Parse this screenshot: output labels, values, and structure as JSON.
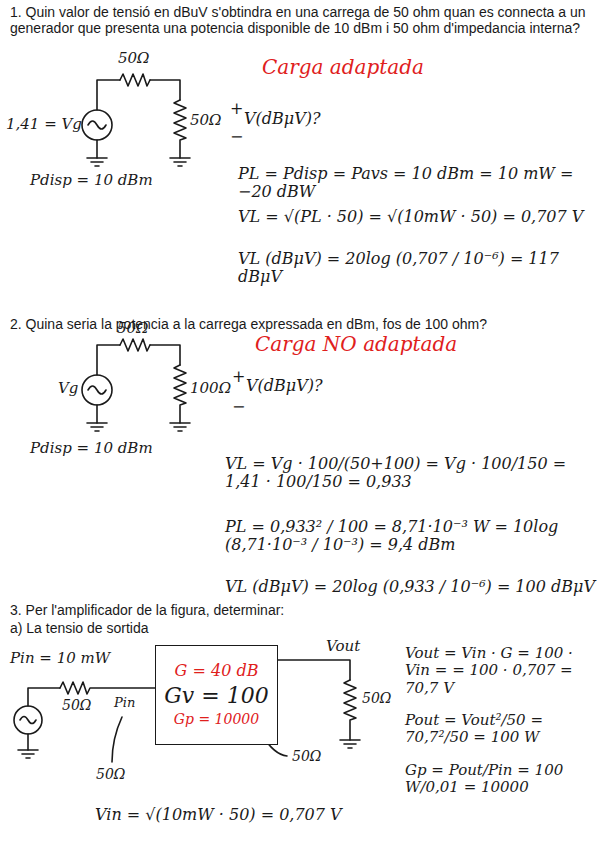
{
  "diagram": {
    "nodes": [
      {
        "text": [
          "G = 40 dB",
          "Gv = 100",
          "Gp = 10000"
        ]
      }
    ],
    "labels": [
      "1. Quin valor de tensió en dBuV s'obtindra en una carrega de 50 ohm quan es connecta a un generador que presenta una potencia disponible de 10 dBm i 50 ohm d'impedancia interna?",
      "50Ω",
      "1,41 = Vg",
      "Carga adaptada",
      "50Ω",
      "+",
      "V(dBμV)?",
      "−",
      "Pdisp = 10 dBm",
      "PL = Pdisp = Pavs = 10 dBm = 10 mW = −20 dBW",
      "VL = √(PL · 50) = √(10mW · 50) = 0,707 V",
      "VL (dBμV) = 20log (0,707 / 10⁻⁶) = 117 dBμV",
      "2. Quina seria la potencia a la carrega expressada en dBm, fos de 100 ohm?",
      "50Ω",
      "Vg",
      "Carga NO adaptada",
      "100Ω",
      "+",
      "V(dBμV)?",
      "−",
      "Pdisp = 10 dBm",
      "VL = Vg · 100/(50+100) = Vg · 100/150 = 1,41 · 100/150 = 0,933",
      "PL = 0,933² / 100 = 8,71·10⁻³ W = 10log (8,71·10⁻³ / 10⁻³) = 9,4 dBm",
      "VL (dBμV) = 20log (0,933 / 10⁻⁶) = 100 dBμV",
      "3. Per l'amplificador de la figura, determinar:",
      "a) La tensio de sortida",
      "Pin = 10 mW",
      "50Ω",
      "Pin",
      "50Ω",
      "Vout",
      "50Ω",
      "50Ω",
      "Vout = Vin · G = 100 · Vin = = 100 · 0,707 = 70,7 V",
      "Pout = Vout²/50 = 70,7²/50 = 100 W",
      "Gp = Pout/Pin = 100 W/0,01 = 10000",
      "Vin = √(10mW · 50) = 0,707 V"
    ]
  }
}
